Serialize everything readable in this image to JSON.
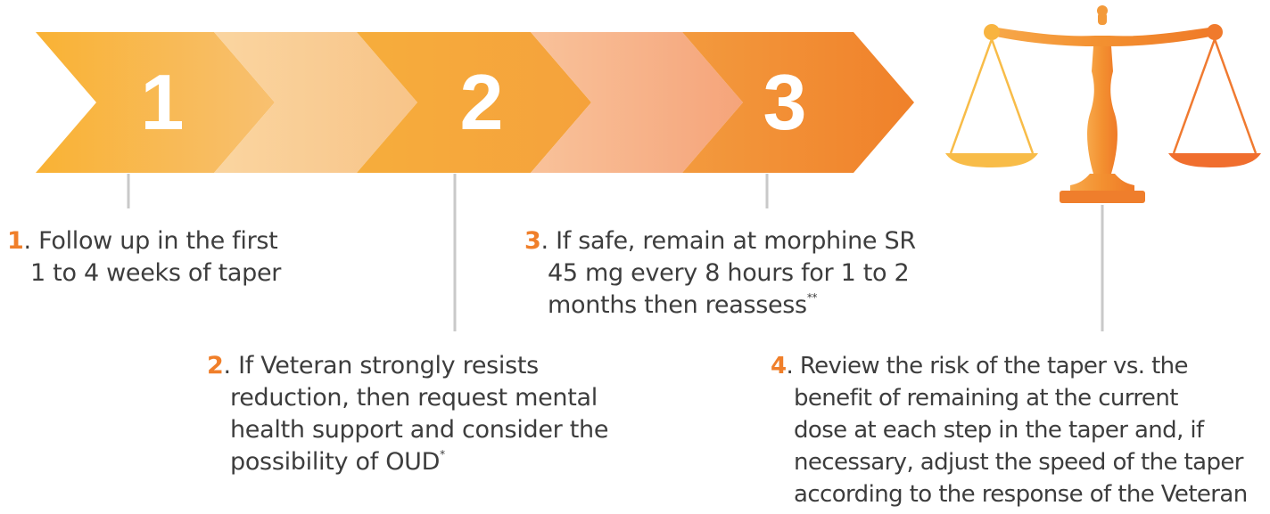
{
  "colors": {
    "arrow_1": "#f9b53e",
    "arrow_1b": "#fad29a",
    "arrow_2": "#f6a93a",
    "arrow_2b": "#f8b98c",
    "arrow_3": "#f28a2c",
    "number_accent": "#f07f2a",
    "scale": "#f59a3a",
    "scale_left_pan": "#f8bc48",
    "scale_right_pan": "#f07030",
    "connector": "#c8c8c8"
  },
  "arrows": [
    {
      "number": "1"
    },
    {
      "number": "2"
    },
    {
      "number": "3"
    }
  ],
  "icons": {
    "scale": "balance-scale-icon"
  },
  "steps": [
    {
      "number": "1",
      "lines": [
        "Follow up in the first",
        "1 to 4 weeks of taper"
      ],
      "footnote": ""
    },
    {
      "number": "2",
      "lines": [
        "If Veteran strongly resists",
        "reduction, then request mental",
        "health support and consider the",
        "possibility of OUD"
      ],
      "footnote": "*"
    },
    {
      "number": "3",
      "lines": [
        "If safe, remain at morphine SR",
        "45 mg every 8 hours for 1 to 2",
        "months then reassess"
      ],
      "footnote": "**"
    },
    {
      "number": "4",
      "lines": [
        "Review the risk of the taper vs. the",
        "benefit of remaining at the current",
        "dose at each step in the taper and, if",
        "necessary, adjust the speed of the taper",
        "according to the response of the Veteran"
      ],
      "footnote": ""
    }
  ]
}
